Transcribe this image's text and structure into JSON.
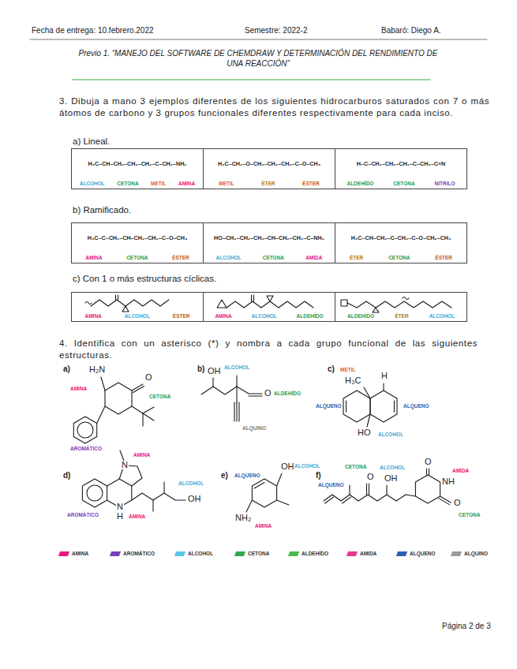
{
  "diagram": {
    "title": "Previo 1. “MANEJO DEL SOFTWARE DE CHEMDRAW Y DETERMINACIÓN DEL RENDIMIENTO DE UNA REACCIÓN”",
    "nodes": [
      {
        "text": [
          "H₃C–CH–CH₂–CH₂–CH₂–C–CH₂–NH₂",
          "ALCOHOL",
          "CETONA",
          "METIL",
          "AMINA"
        ]
      },
      {
        "text": [
          "H₃C–CH₂–O–CH₂–CH₂–CH₂–C–O–CH₃",
          "METIL",
          "ÉTER",
          "ÉSTER"
        ]
      },
      {
        "text": [
          "H–C–CH₂–CH₂–CH₂–C–CH₂–C≡N",
          "ALDEHÍDO",
          "CETONA",
          "NITRILO"
        ]
      },
      {
        "text": [
          "H₃C–C–CH₂–CH–CH₂–CH₂–C–O–CH₃",
          "AMINA",
          "CETONA",
          "ÉSTER"
        ]
      },
      {
        "text": [
          "HO–CH₂–CH₂–CH₂–CH–CH₂–CH₂–C–NH₂",
          "ALCOHOL",
          "CETONA",
          "AMIDA"
        ]
      },
      {
        "text": [
          "H₃C–CH–CH₂–C–CH₂–C–O–CH₂–CH₃",
          "ÉTER",
          "CETONA",
          "ÉSTER"
        ]
      },
      {
        "text": [
          "AMINA",
          "ALCOHOL",
          "ÉSTER"
        ]
      },
      {
        "text": [
          "AMINA",
          "ALCOHOL",
          "ALDEHÍDO"
        ]
      },
      {
        "text": [
          "ALDEHÍDO",
          "ÉTER",
          "ALCOHOL"
        ]
      }
    ],
    "labels": [
      "Fecha de entrega: 10.febrero.2022",
      "Semestre: 2022-2",
      "Babaró: Diego A.",
      "3. Dibuja a mano 3 ejemplos diferentes de los siguientes hidrocarburos saturados con 7 o más átomos de carbono y 3 grupos funcionales diferentes respectivamente para cada inciso.",
      "a) Lineal.",
      "b) Ramificado.",
      "c) Con 1 o más estructuras cíclicas.",
      "4. Identifica con un asterisco (*) y nombra a cada grupo funcional de las siguientes estructuras.",
      "a)",
      "H₂N",
      "O",
      "AMINA",
      "CETONA",
      "AROMÁTICO",
      "b)",
      "OH",
      "O",
      "ALCOHOL",
      "ALDEHÍDO",
      "ALQUINO",
      "c)",
      "H₃C",
      "H",
      "HO",
      "METIL",
      "ALQUENO",
      "ALCOHOL",
      "ALQUENO",
      "d)",
      "N",
      "N",
      "H",
      "OH",
      "AMINA",
      "AMINA",
      "AROMÁTICO",
      "ALCOHOL",
      "e)",
      "OH",
      "NH₂",
      "ALCOHOL",
      "ALQUENO",
      "AMINA",
      "f)",
      "O",
      "OH",
      "O",
      "NH",
      "O",
      "ALQUENO",
      "CETONA",
      "ALCOHOL",
      "AMIDA",
      "CETONA",
      "Página 2 de 3"
    ],
    "legend": [
      {
        "text": "AMINA",
        "color": "#e8197d"
      },
      {
        "text": "AROMÁTICO",
        "color": "#7b3fb5"
      },
      {
        "text": "ALCOHOL",
        "color": "#5bc4e8"
      },
      {
        "text": "CETONA",
        "color": "#35a853"
      },
      {
        "text": "ALDEHÍDO",
        "color": "#4cb84a"
      },
      {
        "text": "AMIDA",
        "color": "#e23a8e"
      },
      {
        "text": "ALQUENO",
        "color": "#2b5fb4"
      },
      {
        "text": "ALQUINO",
        "color": "#9a9a9a"
      }
    ]
  }
}
